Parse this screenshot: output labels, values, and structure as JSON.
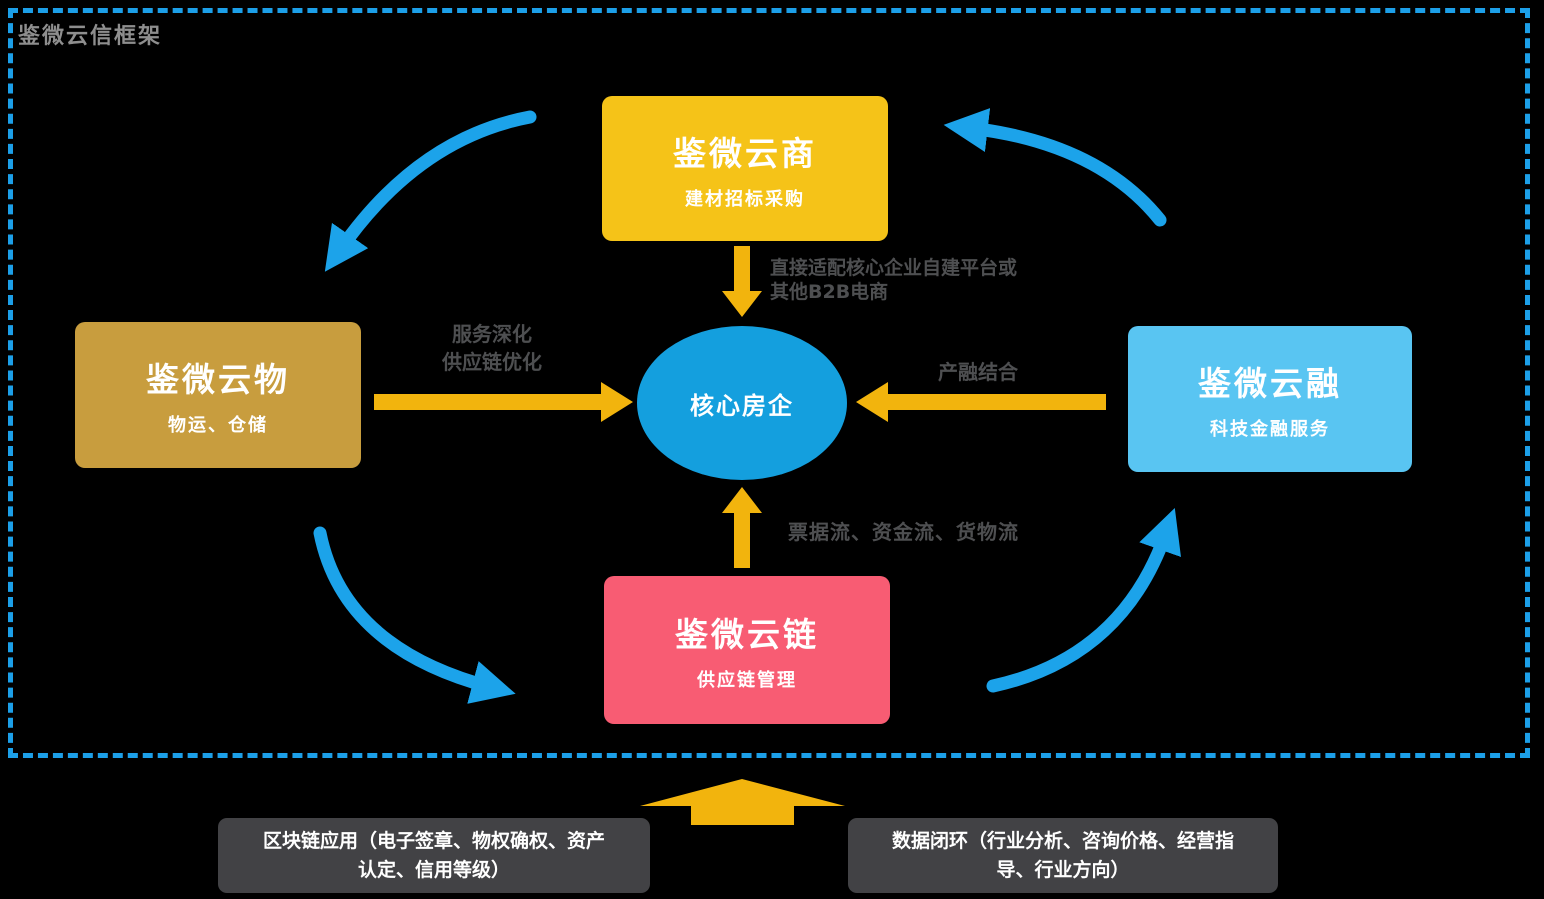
{
  "frame": {
    "title": "鉴微云信框架"
  },
  "nodes": {
    "top": {
      "title": "鉴微云商",
      "subtitle": "建材招标采购",
      "color": "#F5C318"
    },
    "left": {
      "title": "鉴微云物",
      "subtitle": "物运、仓储",
      "color": "#C89D3E"
    },
    "right": {
      "title": "鉴微云融",
      "subtitle": "科技金融服务",
      "color": "#59C5F2"
    },
    "bottom": {
      "title": "鉴微云链",
      "subtitle": "供应链管理",
      "color": "#F85C73"
    },
    "center": {
      "title": "核心房企",
      "color": "#149FDE"
    }
  },
  "edge_labels": {
    "top": "直接适配核心企业自建平台或\n其他B2B电商",
    "left": "服务深化\n供应链优化",
    "right": "产融结合",
    "bottom": "票据流、资金流、货物流"
  },
  "notes": {
    "left": "区块链应用（电子签章、物权确权、资产\n认定、信用等级）",
    "right": "数据闭环（行业分析、咨询价格、经营指\n导、行业方向）"
  },
  "colors": {
    "background": "#000000",
    "frame_border": "#1C9FE8",
    "frame_title": "#8E8E8E",
    "edge_label": "#4E4F51",
    "arrow_yellow": "#F2B40D",
    "arrow_blue": "#1CA3EA",
    "note_bg": "#424245",
    "note_text": "#FFFFFF"
  }
}
